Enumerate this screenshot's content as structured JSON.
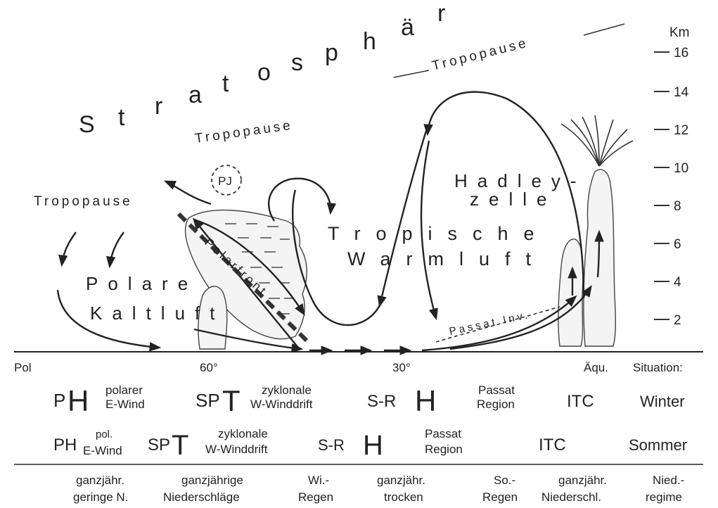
{
  "stratosphere_label": "Stratosphäre",
  "tropopause_labels": [
    "Tropopause",
    "Tropopause",
    "Tropopause"
  ],
  "polar_jet_label": "PJ",
  "polar_air_lines": [
    "Polare",
    "Kaltluft"
  ],
  "polar_front_label": "Polarfront",
  "tropical_air_lines": [
    "Tropische",
    "Warmluft"
  ],
  "hadley_lines": [
    "Hadley-",
    "zelle"
  ],
  "trade_inversion_label": "Passat Inv.",
  "altitude_axis": {
    "unit": "Km",
    "ticks": [
      "16",
      "14",
      "12",
      "10",
      "8",
      "6",
      "4",
      "2"
    ]
  },
  "latitude_labels": [
    "Pol",
    "60°",
    "30°",
    "Äqu."
  ],
  "situation_header": "Situation:",
  "winter_row": {
    "ph": "P",
    "ph_symbol": "H",
    "ph_desc": [
      "polarer",
      "E-Wind"
    ],
    "spt": "SP",
    "spt_symbol": "T",
    "spt_desc": [
      "zyklonale",
      "W-Winddrift"
    ],
    "srh": "S-R",
    "srh_symbol": "H",
    "passat": [
      "Passat",
      "Region"
    ],
    "itc": "ITC",
    "situation": "Winter"
  },
  "summer_row": {
    "ph": "PH",
    "ph_desc": [
      "pol.",
      "E-Wind"
    ],
    "spt": "SP",
    "spt_symbol": "T",
    "spt_desc": [
      "zyklonale",
      "W-Winddrift"
    ],
    "srh": "S-R",
    "srh_symbol": "H",
    "passat": [
      "Passat",
      "Region"
    ],
    "itc": "ITC",
    "situation": "Sommer"
  },
  "precipitation_regimes": [
    [
      "ganzjähr.",
      "geringe N."
    ],
    [
      "ganzjährige",
      "Niederschläge"
    ],
    [
      "Wi.-",
      "Regen"
    ],
    [
      "ganzjähr.",
      "trocken"
    ],
    [
      "So.-",
      "Regen"
    ],
    [
      "ganzjähr.",
      "Niederschl."
    ],
    [
      "Nied.-",
      "regime"
    ]
  ]
}
